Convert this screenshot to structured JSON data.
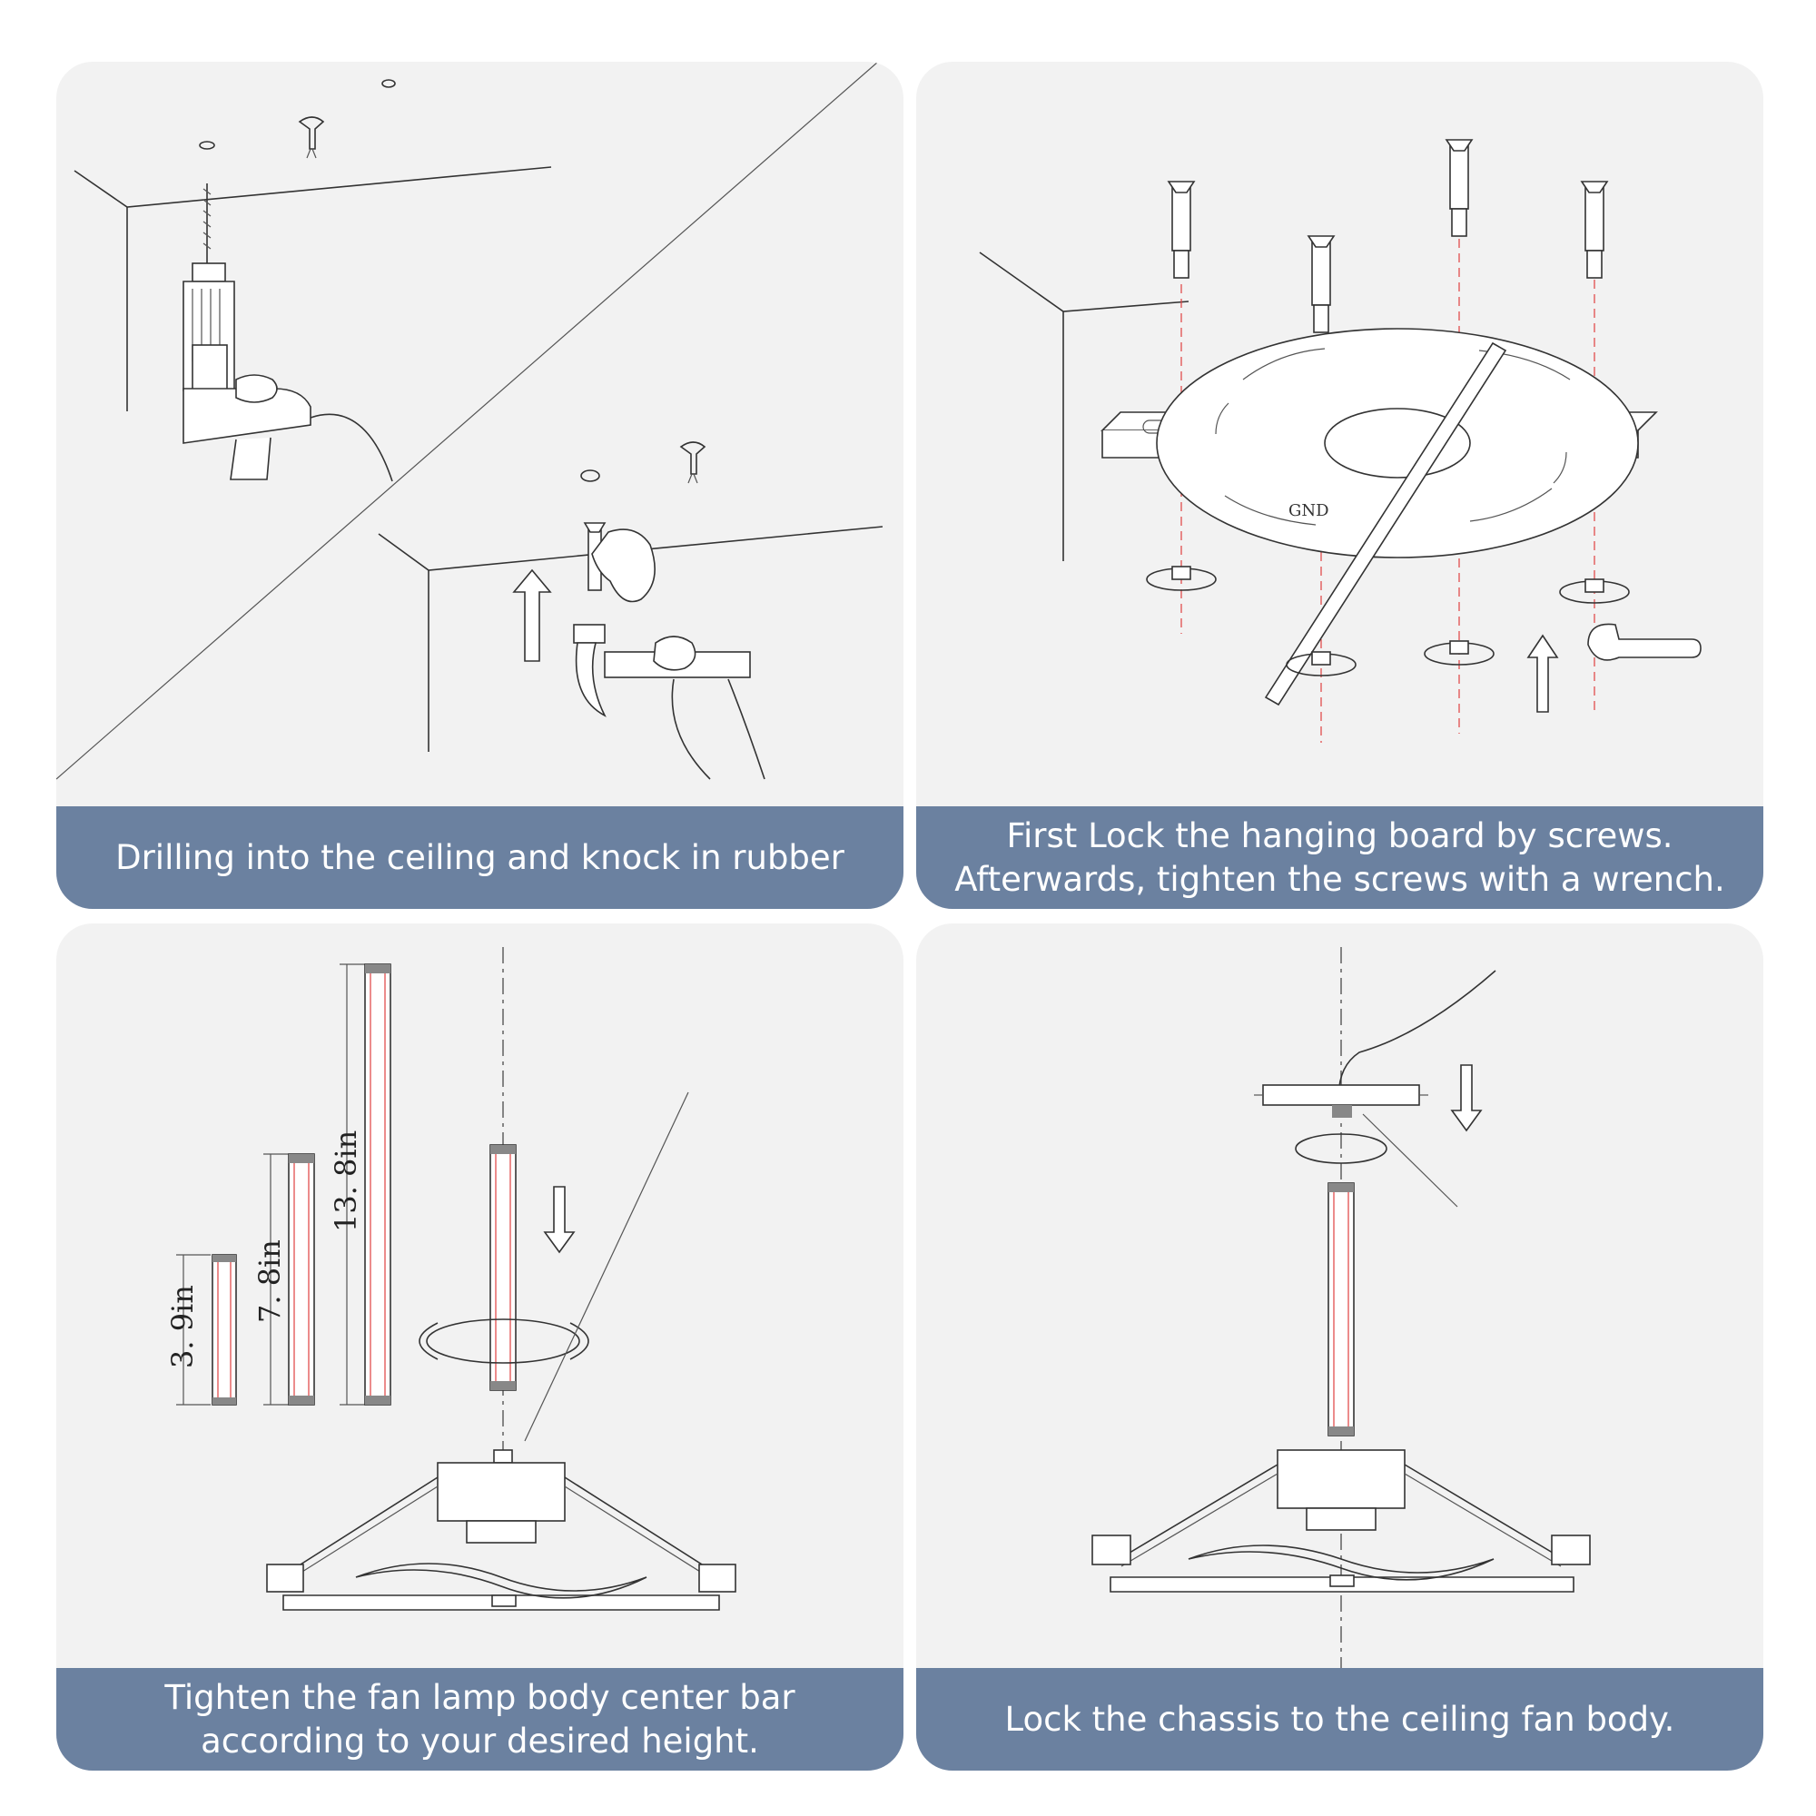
{
  "panels": [
    {
      "caption_lines": [
        "Drilling into the ceiling and knock in rubber"
      ],
      "illustration": [
        "drill-icon",
        "ceiling-corner",
        "hammer-icon",
        "anchor-icon",
        "arrow-up-icon"
      ]
    },
    {
      "caption_lines": [
        "First Lock the hanging board by screws.",
        "Afterwards, tighten the screws with a wrench."
      ],
      "illustration": [
        "mounting-plate",
        "bracket",
        "screw-anchor-icon",
        "rotate-icon",
        "wrench-icon",
        "arrow-up-icon"
      ],
      "plate_label": "GND"
    },
    {
      "caption_lines": [
        "Tighten the fan lamp body center bar",
        "according to your desired height."
      ],
      "illustration": [
        "extension-rod",
        "rotate-icon",
        "arrow-down-icon",
        "fan-body"
      ],
      "rod_labels": [
        "3. 9in",
        "7. 8in",
        "13. 8in"
      ]
    },
    {
      "caption_lines": [
        "Lock the chassis to the ceiling fan body."
      ],
      "illustration": [
        "canopy",
        "wire",
        "rotate-icon",
        "arrow-down-icon",
        "fan-body"
      ]
    }
  ],
  "colors": {
    "caption_bg": "#6b81a0",
    "panel_bg": "#f2f2f2",
    "guide_line": "#e04040"
  }
}
